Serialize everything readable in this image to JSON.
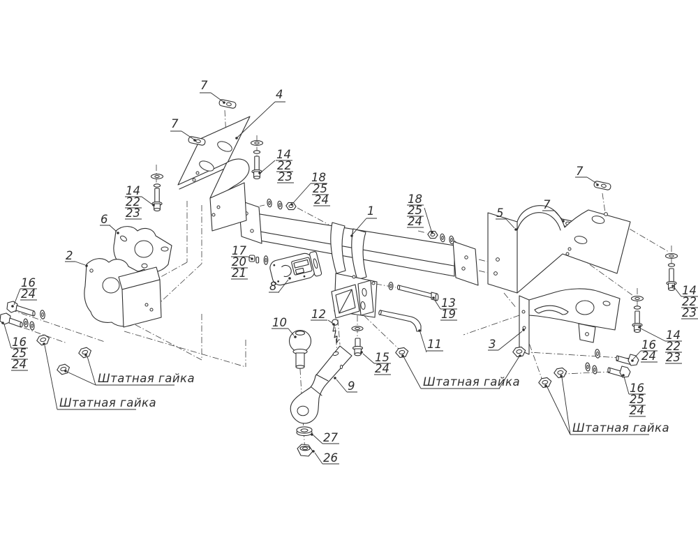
{
  "figure": {
    "kind": "exploded-parts-diagram",
    "background": "#ffffff",
    "line_color": "#2e2e2e"
  },
  "callouts": {
    "n7_top": [
      "7"
    ],
    "n4": [
      "4"
    ],
    "n7_left": [
      "7"
    ],
    "n14_tl": [
      "14",
      "22",
      "23"
    ],
    "n14_mid": [
      "14",
      "22",
      "23"
    ],
    "n18_l": [
      "18",
      "25",
      "24"
    ],
    "n1": [
      "1"
    ],
    "n18_r": [
      "18",
      "25",
      "24"
    ],
    "n5": [
      "5"
    ],
    "n7_r1": [
      "7"
    ],
    "n7_r2": [
      "7"
    ],
    "n17": [
      "17",
      "20",
      "21"
    ],
    "n8": [
      "8"
    ],
    "n13": [
      "13",
      "19"
    ],
    "n11": [
      "11"
    ],
    "n12": [
      "12"
    ],
    "n10": [
      "10"
    ],
    "n15": [
      "15",
      "24"
    ],
    "n9": [
      "9"
    ],
    "n27": [
      "27"
    ],
    "n26": [
      "26"
    ],
    "n2": [
      "2"
    ],
    "n6": [
      "6"
    ],
    "n16_tl": [
      "16",
      "24"
    ],
    "n16_bl": [
      "16",
      "25",
      "24"
    ],
    "n3": [
      "3"
    ],
    "n14_r1": [
      "14",
      "22",
      "23"
    ],
    "n14_r2": [
      "14",
      "22",
      "23"
    ],
    "n16_r1": [
      "16",
      "24"
    ],
    "n16_r2": [
      "16",
      "25",
      "24"
    ]
  },
  "notes": [
    {
      "text": "Штатная гайка"
    },
    {
      "text": "Штатная гайка"
    },
    {
      "text": "Штатная гайка"
    },
    {
      "text": "Штатная гайка"
    }
  ]
}
